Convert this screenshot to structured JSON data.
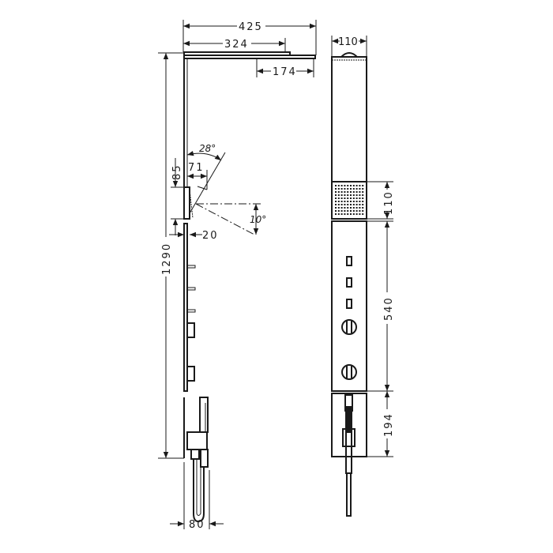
{
  "dimensions": {
    "total_width": "425",
    "arm_length": "324",
    "head_offset": "174",
    "front_width": "110",
    "height_total": "1290",
    "hand_shower_offset": "85",
    "tilt_reach": "71",
    "tilt_angle": "28°",
    "spray_angle": "10°",
    "panel_gap": "20",
    "holder_depth": "80",
    "grid_section_height": "110",
    "control_section_height": "540",
    "bottom_section_height": "194"
  },
  "line_color": "#1a1a1a",
  "background_color": "#ffffff"
}
